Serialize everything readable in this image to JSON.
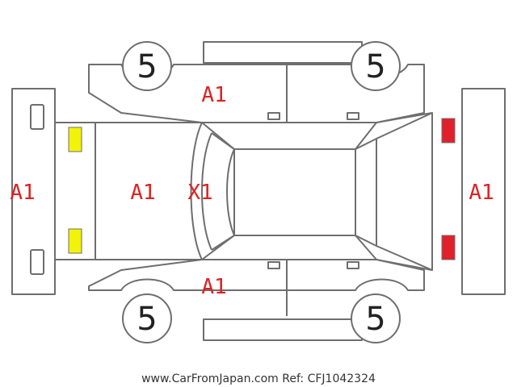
{
  "diagram": {
    "marks": {
      "hood_top": "A1",
      "hood_bottom": "A1",
      "front_bumper": "A1",
      "rear_bumper": "A1",
      "front_body": "A1",
      "windshield": "X1"
    },
    "tires": {
      "front_left": "5",
      "rear_left": "5",
      "front_right": "5",
      "rear_right": "5"
    },
    "footer_text": "www.CarFromJapan.com Ref: CFJ1042324"
  },
  "colors": {
    "mark_text": "#e02020",
    "headlight_fill": "#f2f20a",
    "taillight_fill": "#e0202a",
    "outline": "#6e6e6e"
  }
}
